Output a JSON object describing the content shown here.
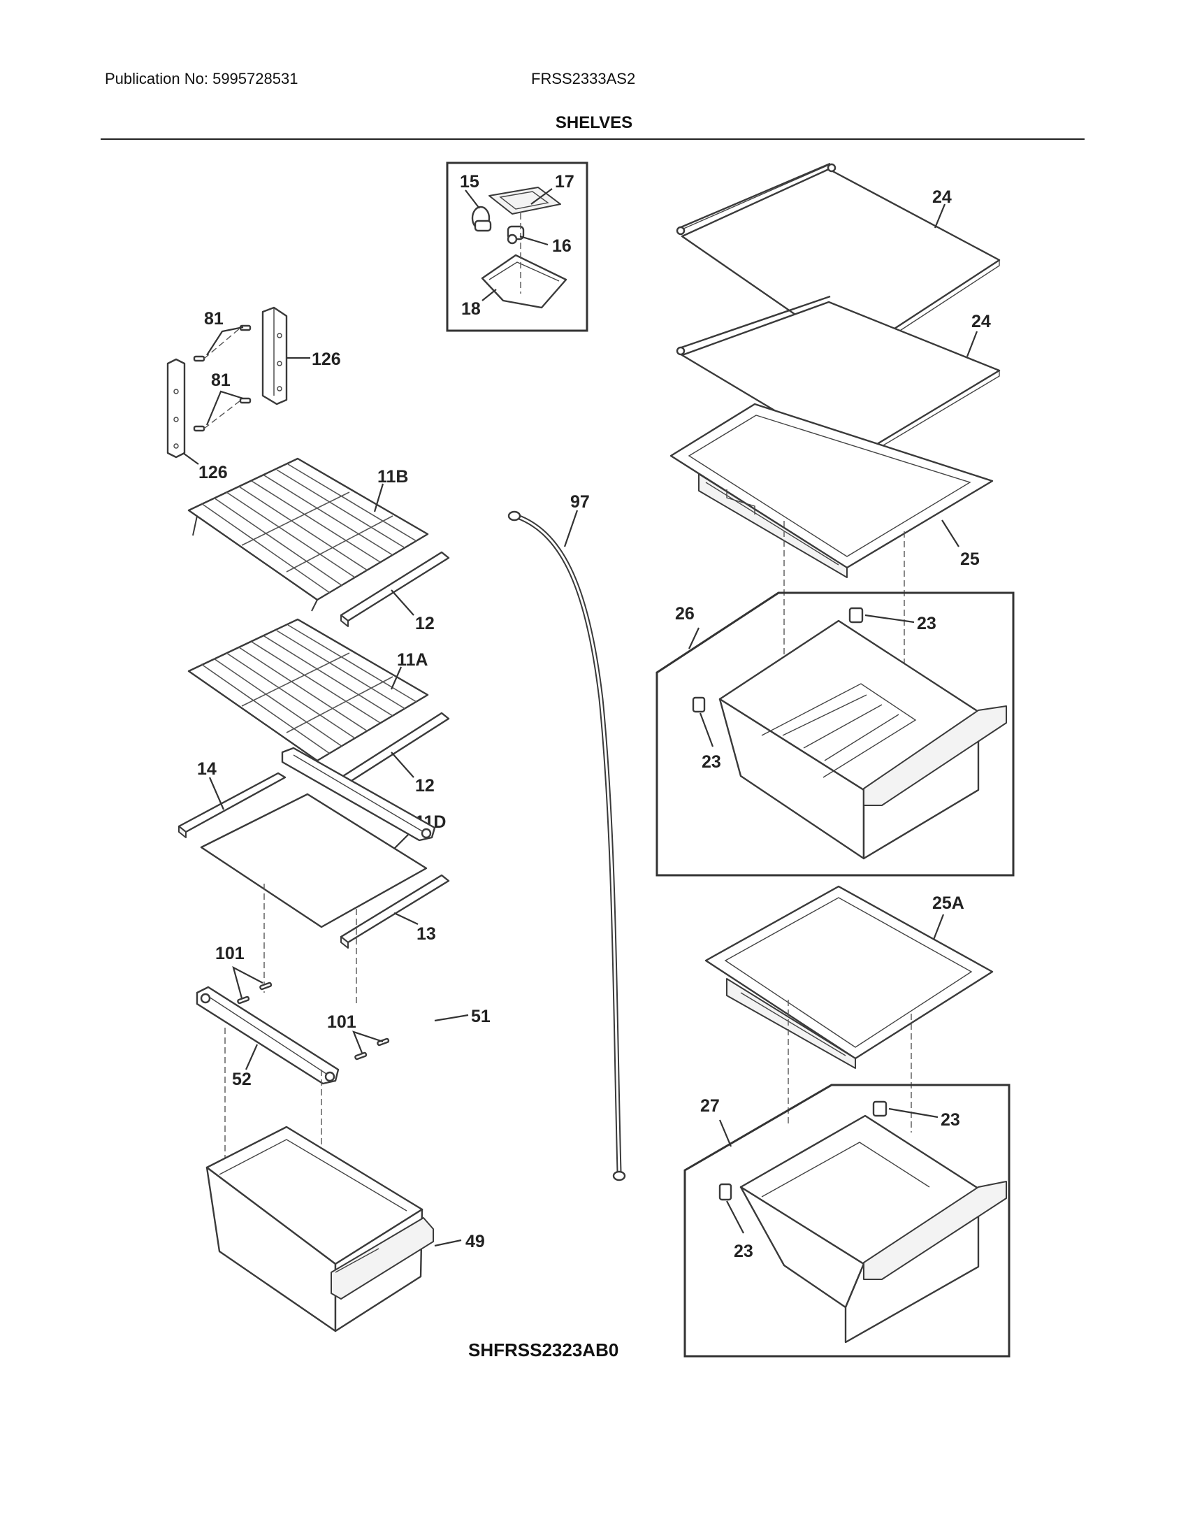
{
  "header": {
    "publication": "Publication No: 5995728531",
    "model": "FRSS2333AS2",
    "section_title": "SHELVES"
  },
  "footer": {
    "diagram_code": "SHFRSS2323AB0"
  },
  "labels": {
    "p15": "15",
    "p17": "17",
    "p16": "16",
    "p18": "18",
    "p24a": "24",
    "p24b": "24",
    "p25": "25",
    "p26": "26",
    "p23a": "23",
    "p23b": "23",
    "p23c": "23",
    "p23d": "23",
    "p25A": "25A",
    "p27": "27",
    "p81a": "81",
    "p81b": "81",
    "p126a": "126",
    "p126b": "126",
    "p11B": "11B",
    "p12a": "12",
    "p11A": "11A",
    "p12b": "12",
    "p14": "14",
    "p11D": "11D",
    "p13": "13",
    "p101a": "101",
    "p101b": "101",
    "p51": "51",
    "p52": "52",
    "p49": "49",
    "p97": "97"
  }
}
